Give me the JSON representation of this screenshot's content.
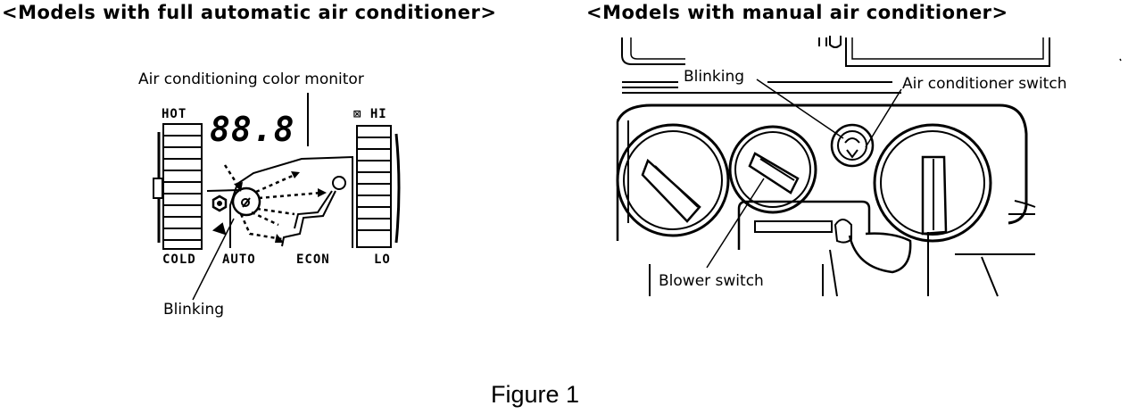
{
  "headings": {
    "left": "<Models with full automatic air conditioner>",
    "right": "<Models with manual air conditioner>"
  },
  "auto_panel": {
    "monitor_label": "Air conditioning color monitor",
    "hot": "HOT",
    "hi": "⊠ HI",
    "lo": "LO",
    "display": "88.8",
    "cold": "COLD",
    "auto": "AUTO",
    "econ": "ECON",
    "blinking": "Blinking"
  },
  "manual_panel": {
    "blinking": "Blinking",
    "ac_switch": "Air conditioner switch",
    "blower_switch": "Blower switch"
  },
  "caption": "Figure 1"
}
